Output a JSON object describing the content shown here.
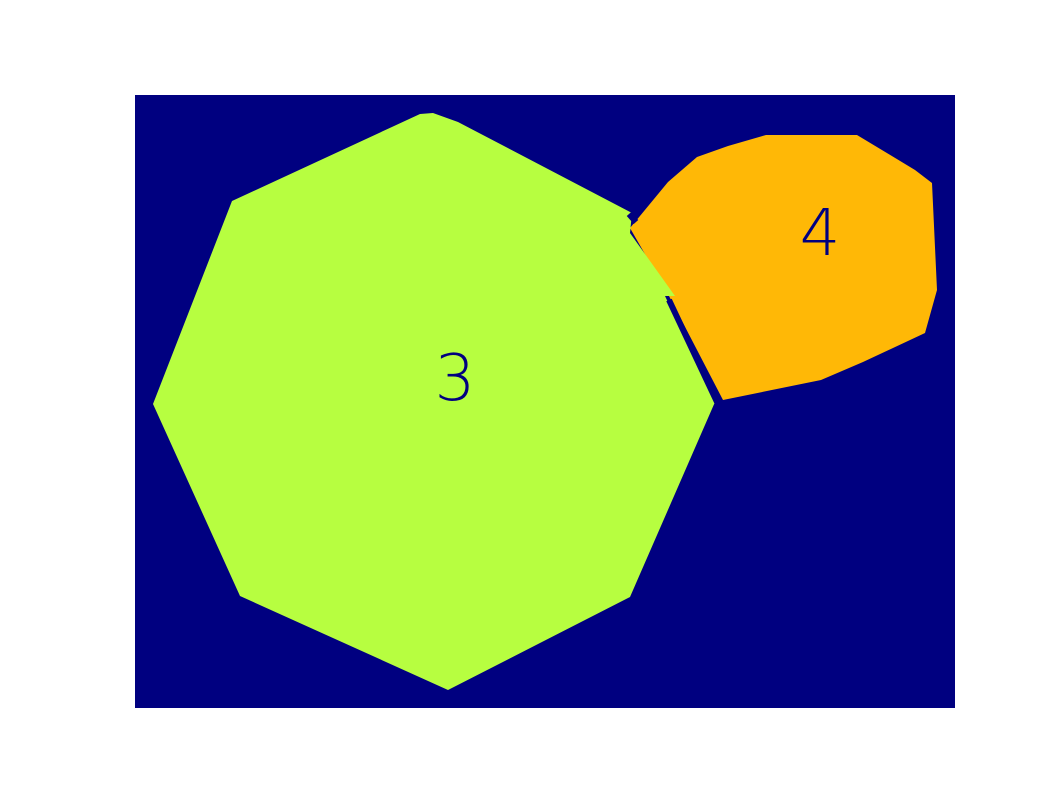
{
  "colors": {
    "page_background": "#ffffff",
    "map_background": "#000080",
    "region_3_fill": "#b7fe40",
    "region_4_fill": "#ffb806",
    "label_color": "#000080"
  },
  "regions": [
    {
      "id": "region-3",
      "label": "3"
    },
    {
      "id": "region-4",
      "label": "4"
    }
  ]
}
